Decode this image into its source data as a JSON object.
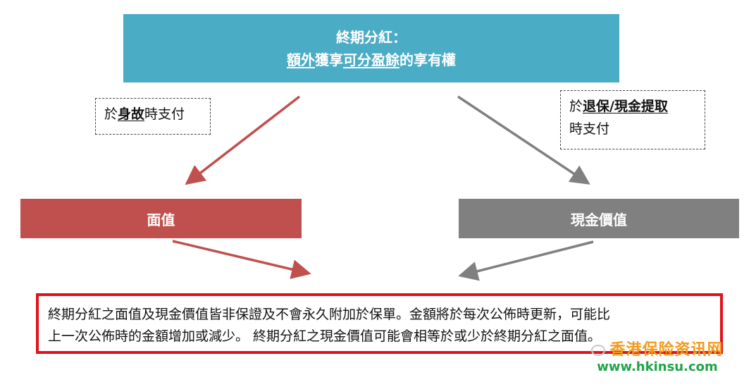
{
  "top_box": {
    "line1": "終期分紅：",
    "line2_part1": "額外",
    "line2_part2": "獲享",
    "line2_part3": "可分盈餘",
    "line2_part4": "的享有權"
  },
  "note_left": {
    "prefix": "於",
    "bold": "身故",
    "suffix": "時支付"
  },
  "note_right": {
    "prefix": "於",
    "bold": "退保/現金提取",
    "line2": "時支付"
  },
  "face_value": {
    "label": "面值"
  },
  "cash_value": {
    "label": "現金價值"
  },
  "disclaimer": {
    "line1": "終期分紅之面值及現金價值皆非保證及不會永久附加於保單。金額將於每次公佈時更新，可能比",
    "line2": "上一次公佈時的金額增加或減少。  終期分紅之現金價值可能會相等於或少於終期分紅之面值。"
  },
  "watermark": {
    "title": "香港保险资讯网",
    "url": "www.hkinsu.com"
  },
  "colors": {
    "top_box": "#4bacc6",
    "face_value": "#c0504d",
    "cash_value": "#808080",
    "disclaimer_border": "#e1121b",
    "watermark_title": "#f39a1f",
    "watermark_url": "#1ea44a"
  }
}
